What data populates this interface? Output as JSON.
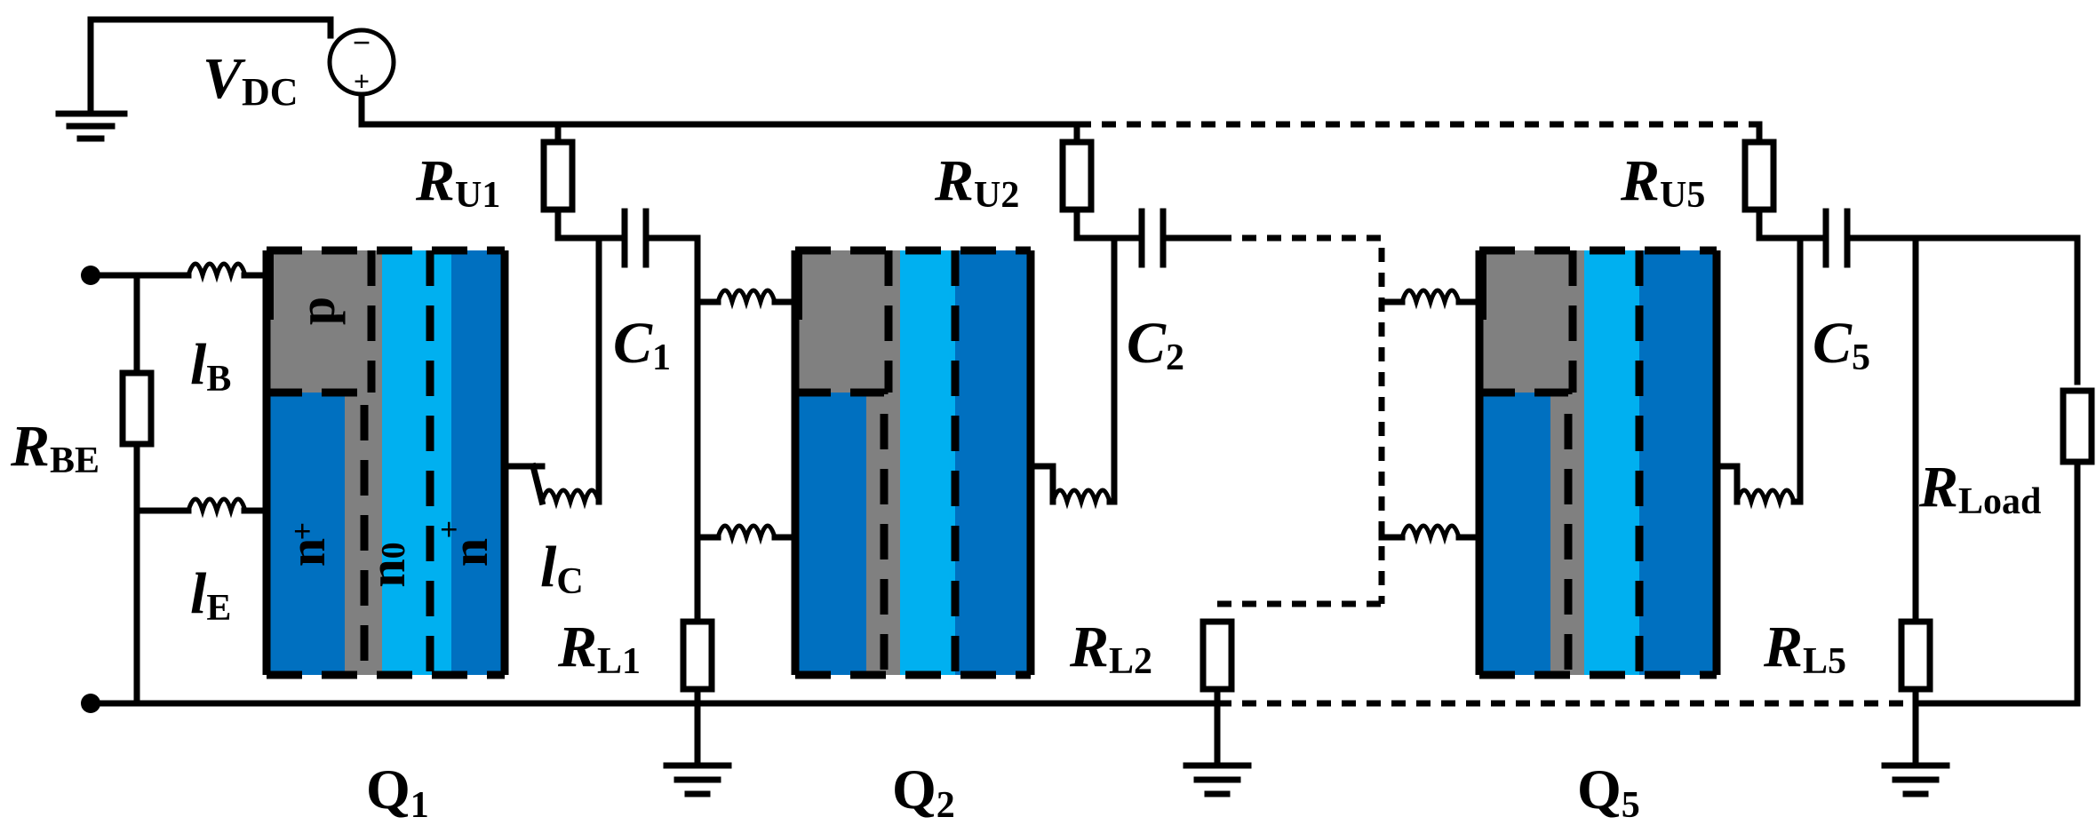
{
  "source": {
    "name": "V",
    "sub": "DC",
    "minus": "−",
    "plus": "+"
  },
  "resistors": {
    "rbe": {
      "name": "R",
      "sub": "BE"
    },
    "ru1": {
      "name": "R",
      "sub": "U1"
    },
    "ru2": {
      "name": "R",
      "sub": "U2"
    },
    "ru5": {
      "name": "R",
      "sub": "U5"
    },
    "rl1": {
      "name": "R",
      "sub": "L1"
    },
    "rl2": {
      "name": "R",
      "sub": "L2"
    },
    "rl5": {
      "name": "R",
      "sub": "L5"
    },
    "rload": {
      "name": "R",
      "sub": "Load"
    }
  },
  "capacitors": {
    "c1": {
      "name": "C",
      "sub": "1"
    },
    "c2": {
      "name": "C",
      "sub": "2"
    },
    "c5": {
      "name": "C",
      "sub": "5"
    }
  },
  "inductors": {
    "lb": {
      "name": "l",
      "sub": "B"
    },
    "le": {
      "name": "l",
      "sub": "E"
    },
    "lc": {
      "name": "l",
      "sub": "C"
    }
  },
  "devices": [
    {
      "name": "Q",
      "sub": "1"
    },
    {
      "name": "Q",
      "sub": "2"
    },
    {
      "name": "Q",
      "sub": "5"
    }
  ],
  "layers": {
    "p": "p",
    "n_plus_left": "n",
    "n0": "n",
    "n0_sub": "0",
    "n_plus_right": "n",
    "plus": "+"
  },
  "colors": {
    "p_layer": "#808080",
    "n_plus": "#0070c0",
    "n0": "#00b0f0",
    "wire": "#000000"
  }
}
